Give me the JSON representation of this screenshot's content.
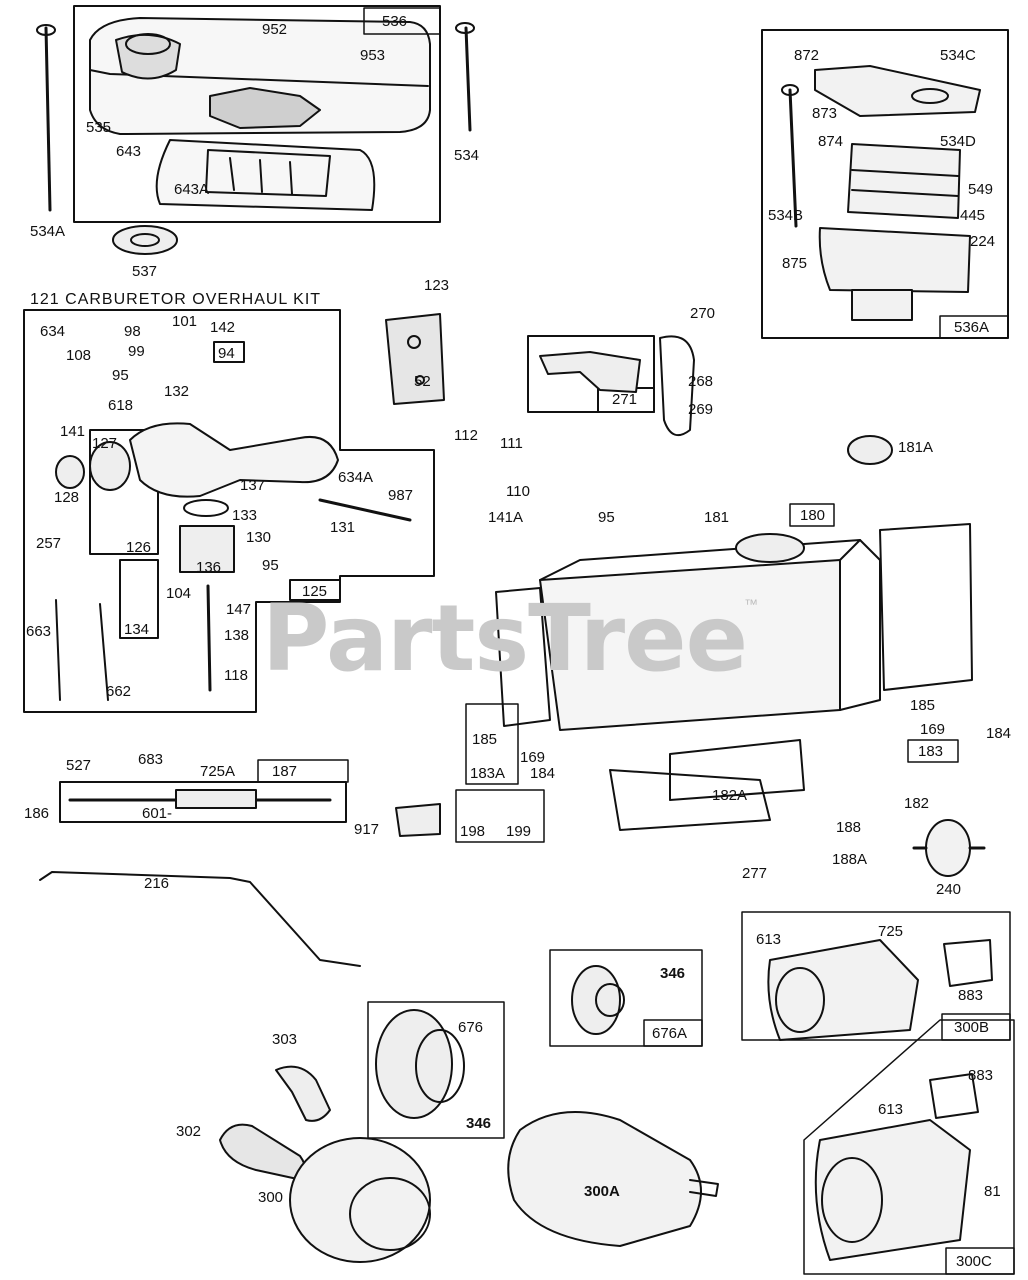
{
  "watermark": {
    "text": "PartsTree",
    "tm": "™"
  },
  "kit_title": "121  CARBURETOR OVERHAUL KIT",
  "labels": {
    "l536": "536",
    "l952": "952",
    "l953": "953",
    "l535": "535",
    "l643": "643",
    "l643A": "643A",
    "l534": "534",
    "l534A": "534A",
    "l537": "537",
    "l123": "123",
    "l872": "872",
    "l534C": "534C",
    "l873": "873",
    "l874": "874",
    "l534D": "534D",
    "l549": "549",
    "l534B": "534B",
    "l445": "445",
    "l224": "224",
    "l875": "875",
    "l536A": "536A",
    "l634": "634",
    "l98": "98",
    "l101": "101",
    "l142": "142",
    "l94": "94",
    "l108": "108",
    "l95a": "95",
    "l99": "99",
    "l132": "132",
    "l618": "618",
    "l141": "141",
    "l127": "127",
    "l52": "52",
    "l128": "128",
    "l137": "137",
    "l634A": "634A",
    "l987": "987",
    "l133": "133",
    "l131": "131",
    "l126": "126",
    "l130": "130",
    "l136": "136",
    "l95b": "95",
    "l257": "257",
    "l104": "104",
    "l125": "125",
    "l147": "147",
    "l134": "134",
    "l663": "663",
    "l138": "138",
    "l118": "118",
    "l662": "662",
    "l270": "270",
    "l268": "268",
    "l271": "271",
    "l269": "269",
    "l181A": "181A",
    "l112": "112",
    "l111": "111",
    "l110": "110",
    "l141A": "141A",
    "l95c": "95",
    "l181": "181",
    "l180": "180",
    "l185a": "185",
    "l169a": "169",
    "l184a": "184",
    "l183": "183",
    "l185b": "185",
    "l169b": "169",
    "l183A": "183A",
    "l184b": "184",
    "l182A": "182A",
    "l182": "182",
    "l527": "527",
    "l683": "683",
    "l725A": "725A",
    "l187": "187",
    "l186": "186",
    "l601": "601-",
    "l917": "917",
    "l198": "198",
    "l199": "199",
    "l188": "188",
    "l188A": "188A",
    "l277": "277",
    "l240": "240",
    "l216": "216",
    "l346a": "346",
    "l676A": "676A",
    "l613a": "613",
    "l725": "725",
    "l883a": "883",
    "l300B": "300B",
    "l303": "303",
    "l676": "676",
    "l346b": "346",
    "l302": "302",
    "l300": "300",
    "l300A": "300A",
    "l883b": "883",
    "l613b": "613",
    "l81": "81",
    "l300C": "300C"
  }
}
